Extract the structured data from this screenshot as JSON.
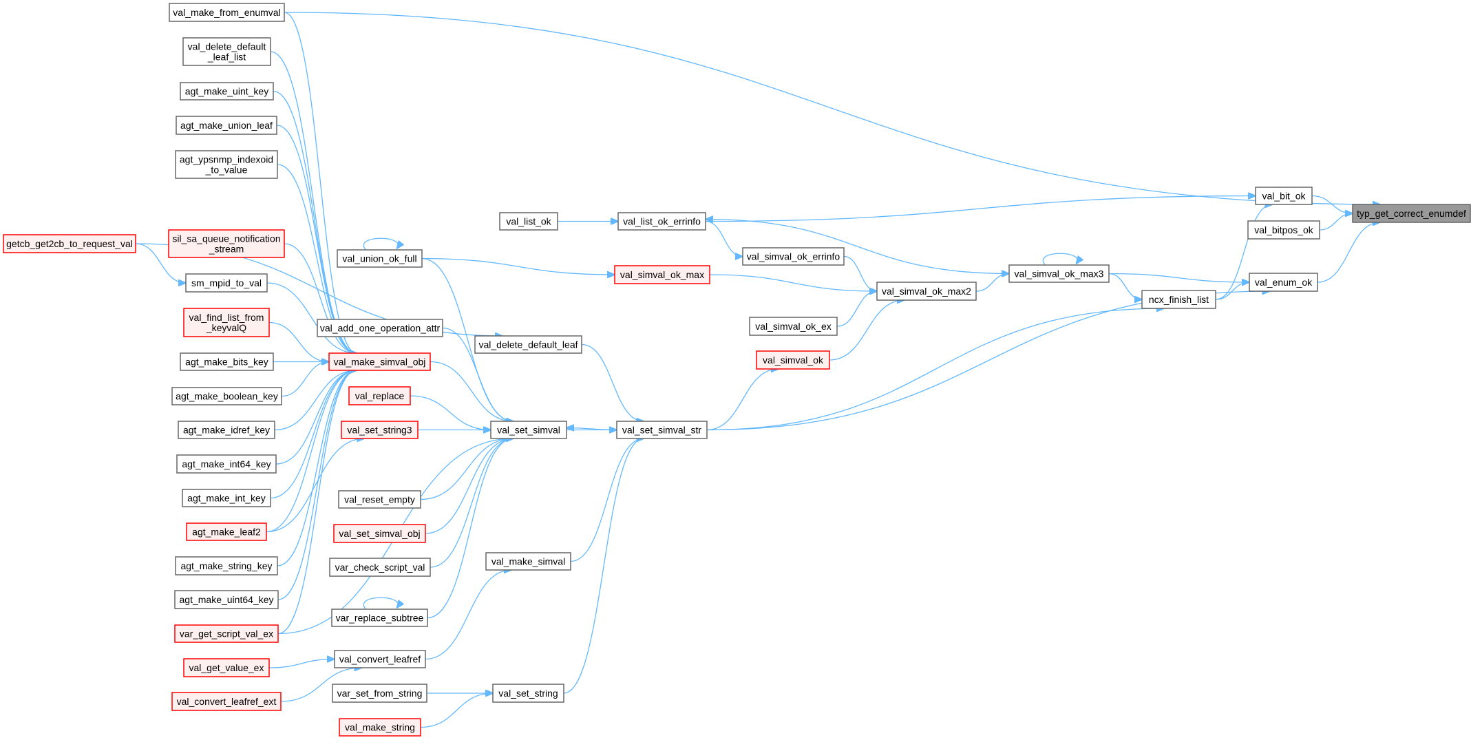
{
  "title": "typ_get_correct_enumdef caller graph",
  "colors": {
    "edge": "#63b8ff",
    "node_border": "#666666",
    "node_fill": "#ffffff",
    "truncated_border": "#ff0000",
    "truncated_fill": "#fff0f0",
    "root_fill": "#999999"
  },
  "root": "typ_get_correct_enumdef",
  "nodes": [
    {
      "id": "typ_get_correct_enumdef",
      "label": [
        "typ_get_correct_enumdef"
      ],
      "style": "root"
    },
    {
      "id": "val_bit_ok",
      "label": [
        "val_bit_ok"
      ],
      "style": "normal"
    },
    {
      "id": "val_bitpos_ok",
      "label": [
        "val_bitpos_ok"
      ],
      "style": "normal"
    },
    {
      "id": "val_enum_ok",
      "label": [
        "val_enum_ok"
      ],
      "style": "normal"
    },
    {
      "id": "ncx_finish_list",
      "label": [
        "ncx_finish_list"
      ],
      "style": "normal"
    },
    {
      "id": "val_simval_ok_max3",
      "label": [
        "val_simval_ok_max3"
      ],
      "style": "normal"
    },
    {
      "id": "val_simval_ok_max2",
      "label": [
        "val_simval_ok_max2"
      ],
      "style": "normal"
    },
    {
      "id": "val_list_ok_errinfo",
      "label": [
        "val_list_ok_errinfo"
      ],
      "style": "normal"
    },
    {
      "id": "val_list_ok",
      "label": [
        "val_list_ok"
      ],
      "style": "normal"
    },
    {
      "id": "val_simval_ok_errinfo",
      "label": [
        "val_simval_ok_errinfo"
      ],
      "style": "normal"
    },
    {
      "id": "val_simval_ok_max",
      "label": [
        "val_simval_ok_max"
      ],
      "style": "red"
    },
    {
      "id": "val_simval_ok_ex",
      "label": [
        "val_simval_ok_ex"
      ],
      "style": "normal"
    },
    {
      "id": "val_simval_ok",
      "label": [
        "val_simval_ok"
      ],
      "style": "red"
    },
    {
      "id": "val_union_ok_full",
      "label": [
        "val_union_ok_full"
      ],
      "style": "normal"
    },
    {
      "id": "val_set_simval_str",
      "label": [
        "val_set_simval_str"
      ],
      "style": "normal"
    },
    {
      "id": "val_set_simval",
      "label": [
        "val_set_simval"
      ],
      "style": "normal"
    },
    {
      "id": "val_delete_default_leaf",
      "label": [
        "val_delete_default_leaf"
      ],
      "style": "normal"
    },
    {
      "id": "val_make_simval",
      "label": [
        "val_make_simval"
      ],
      "style": "normal"
    },
    {
      "id": "val_set_string",
      "label": [
        "val_set_string"
      ],
      "style": "normal"
    },
    {
      "id": "val_add_one_operation_attr",
      "label": [
        "val_add_one_operation_attr"
      ],
      "style": "normal"
    },
    {
      "id": "val_make_simval_obj",
      "label": [
        "val_make_simval_obj"
      ],
      "style": "red"
    },
    {
      "id": "val_replace",
      "label": [
        "val_replace"
      ],
      "style": "red"
    },
    {
      "id": "val_set_string3",
      "label": [
        "val_set_string3"
      ],
      "style": "red"
    },
    {
      "id": "val_reset_empty",
      "label": [
        "val_reset_empty"
      ],
      "style": "normal"
    },
    {
      "id": "val_set_simval_obj",
      "label": [
        "val_set_simval_obj"
      ],
      "style": "red"
    },
    {
      "id": "var_check_script_val",
      "label": [
        "var_check_script_val"
      ],
      "style": "normal"
    },
    {
      "id": "var_replace_subtree",
      "label": [
        "var_replace_subtree"
      ],
      "style": "normal"
    },
    {
      "id": "val_convert_leafref",
      "label": [
        "val_convert_leafref"
      ],
      "style": "normal"
    },
    {
      "id": "var_set_from_string",
      "label": [
        "var_set_from_string"
      ],
      "style": "normal"
    },
    {
      "id": "val_make_string",
      "label": [
        "val_make_string"
      ],
      "style": "red"
    },
    {
      "id": "val_make_from_enumval",
      "label": [
        "val_make_from_enumval"
      ],
      "style": "normal"
    },
    {
      "id": "val_delete_default_leaf_list",
      "label": [
        "val_delete_default",
        "_leaf_list"
      ],
      "style": "normal"
    },
    {
      "id": "agt_make_uint_key",
      "label": [
        "agt_make_uint_key"
      ],
      "style": "normal"
    },
    {
      "id": "agt_make_union_leaf",
      "label": [
        "agt_make_union_leaf"
      ],
      "style": "normal"
    },
    {
      "id": "agt_ypsnmp_indexoid_to_value",
      "label": [
        "agt_ypsnmp_indexoid",
        "_to_value"
      ],
      "style": "normal"
    },
    {
      "id": "getcb_get2cb_to_request_val",
      "label": [
        "getcb_get2cb_to_request_val"
      ],
      "style": "red"
    },
    {
      "id": "sil_sa_queue_notification_stream",
      "label": [
        "sil_sa_queue_notification",
        "_stream"
      ],
      "style": "red"
    },
    {
      "id": "sm_mpid_to_val",
      "label": [
        "sm_mpid_to_val"
      ],
      "style": "normal"
    },
    {
      "id": "val_find_list_from_keyvalQ",
      "label": [
        "val_find_list_from",
        "_keyvalQ"
      ],
      "style": "red"
    },
    {
      "id": "agt_make_bits_key",
      "label": [
        "agt_make_bits_key"
      ],
      "style": "normal"
    },
    {
      "id": "agt_make_boolean_key",
      "label": [
        "agt_make_boolean_key"
      ],
      "style": "normal"
    },
    {
      "id": "agt_make_idref_key",
      "label": [
        "agt_make_idref_key"
      ],
      "style": "normal"
    },
    {
      "id": "agt_make_int64_key",
      "label": [
        "agt_make_int64_key"
      ],
      "style": "normal"
    },
    {
      "id": "agt_make_int_key",
      "label": [
        "agt_make_int_key"
      ],
      "style": "normal"
    },
    {
      "id": "agt_make_leaf2",
      "label": [
        "agt_make_leaf2"
      ],
      "style": "red"
    },
    {
      "id": "agt_make_string_key",
      "label": [
        "agt_make_string_key"
      ],
      "style": "normal"
    },
    {
      "id": "agt_make_uint64_key",
      "label": [
        "agt_make_uint64_key"
      ],
      "style": "normal"
    },
    {
      "id": "var_get_script_val_ex",
      "label": [
        "var_get_script_val_ex"
      ],
      "style": "red"
    },
    {
      "id": "val_get_value_ex",
      "label": [
        "val_get_value_ex"
      ],
      "style": "red"
    },
    {
      "id": "val_convert_leafref_ext",
      "label": [
        "val_convert_leafref_ext"
      ],
      "style": "red"
    }
  ],
  "edges": [
    {
      "from": "val_bit_ok",
      "to": "typ_get_correct_enumdef"
    },
    {
      "from": "val_bitpos_ok",
      "to": "typ_get_correct_enumdef"
    },
    {
      "from": "val_enum_ok",
      "to": "typ_get_correct_enumdef"
    },
    {
      "from": "val_make_from_enumval",
      "to": "typ_get_correct_enumdef"
    },
    {
      "from": "ncx_finish_list",
      "to": "val_bit_ok"
    },
    {
      "from": "val_list_ok_errinfo",
      "to": "val_bit_ok"
    },
    {
      "from": "ncx_finish_list",
      "to": "val_enum_ok"
    },
    {
      "from": "val_simval_ok_max3",
      "to": "val_enum_ok"
    },
    {
      "from": "val_set_simval_str",
      "to": "val_enum_ok"
    },
    {
      "from": "val_simval_ok_max3",
      "to": "ncx_finish_list"
    },
    {
      "from": "val_set_simval_str",
      "to": "ncx_finish_list"
    },
    {
      "from": "val_simval_ok_max3",
      "to": "val_simval_ok_max3"
    },
    {
      "from": "val_simval_ok_max3",
      "to": "val_list_ok_errinfo"
    },
    {
      "from": "val_simval_ok_max2",
      "to": "val_simval_ok_max3"
    },
    {
      "from": "val_simval_ok_errinfo",
      "to": "val_simval_ok_max2"
    },
    {
      "from": "val_simval_ok_max",
      "to": "val_simval_ok_max2"
    },
    {
      "from": "val_simval_ok_ex",
      "to": "val_simval_ok_max2"
    },
    {
      "from": "val_simval_ok",
      "to": "val_simval_ok_max2"
    },
    {
      "from": "val_list_ok_errinfo",
      "to": "val_simval_ok_errinfo"
    },
    {
      "from": "val_list_ok",
      "to": "val_list_ok_errinfo"
    },
    {
      "from": "val_union_ok_full",
      "to": "val_simval_ok_max"
    },
    {
      "from": "val_union_ok_full",
      "to": "val_union_ok_full"
    },
    {
      "from": "val_set_simval_str",
      "to": "val_simval_ok"
    },
    {
      "from": "val_set_simval",
      "to": "val_set_simval_str"
    },
    {
      "from": "val_set_simval_str",
      "to": "val_set_simval"
    },
    {
      "from": "val_delete_default_leaf",
      "to": "val_set_simval_str"
    },
    {
      "from": "val_make_simval",
      "to": "val_set_simval_str"
    },
    {
      "from": "val_set_string",
      "to": "val_set_simval_str"
    },
    {
      "from": "val_union_ok_full",
      "to": "val_set_simval"
    },
    {
      "from": "val_add_one_operation_attr",
      "to": "val_set_simval"
    },
    {
      "from": "val_make_simval_obj",
      "to": "val_set_simval"
    },
    {
      "from": "val_replace",
      "to": "val_set_simval"
    },
    {
      "from": "val_set_string3",
      "to": "val_set_simval"
    },
    {
      "from": "val_reset_empty",
      "to": "val_set_simval"
    },
    {
      "from": "val_set_simval_obj",
      "to": "val_set_simval"
    },
    {
      "from": "var_check_script_val",
      "to": "val_set_simval"
    },
    {
      "from": "var_replace_subtree",
      "to": "val_set_simval"
    },
    {
      "from": "var_get_script_val_ex",
      "to": "val_set_simval"
    },
    {
      "from": "agt_make_leaf2",
      "to": "val_set_string3"
    },
    {
      "from": "var_replace_subtree",
      "to": "var_replace_subtree"
    },
    {
      "from": "val_convert_leafref",
      "to": "val_make_simval"
    },
    {
      "from": "val_get_value_ex",
      "to": "val_convert_leafref"
    },
    {
      "from": "val_convert_leafref_ext",
      "to": "val_convert_leafref"
    },
    {
      "from": "var_set_from_string",
      "to": "val_set_string"
    },
    {
      "from": "val_make_string",
      "to": "val_set_string"
    },
    {
      "from": "getcb_get2cb_to_request_val",
      "to": "sm_mpid_to_val"
    },
    {
      "from": "getcb_get2cb_to_request_val",
      "to": "val_delete_default_leaf"
    },
    {
      "from": "val_make_from_enumval",
      "to": "val_make_simval_obj"
    },
    {
      "from": "val_delete_default_leaf_list",
      "to": "val_make_simval_obj"
    },
    {
      "from": "agt_make_uint_key",
      "to": "val_make_simval_obj"
    },
    {
      "from": "agt_make_union_leaf",
      "to": "val_make_simval_obj"
    },
    {
      "from": "agt_ypsnmp_indexoid_to_value",
      "to": "val_make_simval_obj"
    },
    {
      "from": "sil_sa_queue_notification_stream",
      "to": "val_make_simval_obj"
    },
    {
      "from": "sm_mpid_to_val",
      "to": "val_make_simval_obj"
    },
    {
      "from": "val_find_list_from_keyvalQ",
      "to": "val_make_simval_obj"
    },
    {
      "from": "agt_make_bits_key",
      "to": "val_make_simval_obj"
    },
    {
      "from": "agt_make_boolean_key",
      "to": "val_make_simval_obj"
    },
    {
      "from": "agt_make_idref_key",
      "to": "val_make_simval_obj"
    },
    {
      "from": "agt_make_int64_key",
      "to": "val_make_simval_obj"
    },
    {
      "from": "agt_make_int_key",
      "to": "val_make_simval_obj"
    },
    {
      "from": "agt_make_leaf2",
      "to": "val_make_simval_obj"
    },
    {
      "from": "agt_make_string_key",
      "to": "val_make_simval_obj"
    },
    {
      "from": "agt_make_uint64_key",
      "to": "val_make_simval_obj"
    },
    {
      "from": "var_get_script_val_ex",
      "to": "val_make_simval_obj"
    }
  ]
}
